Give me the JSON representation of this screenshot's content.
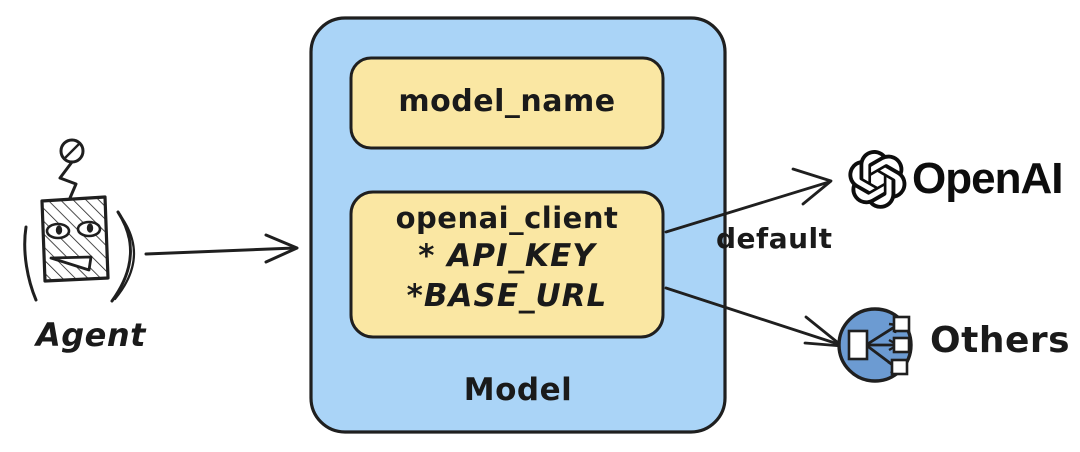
{
  "diagram": {
    "title": "Agent Model configuration diagram",
    "colors": {
      "box_fill": "#aad4f7",
      "field_fill": "#fae7a3",
      "stroke": "#1f1f1f",
      "others_circle": "#6c9bd2",
      "openai_logo": "#0d0d0d",
      "background": "#ffffff"
    },
    "agent": {
      "label": "Agent",
      "icon_name": "robot-head-icon"
    },
    "model_box": {
      "label": "Model",
      "fields": [
        {
          "name": "model_name",
          "lines": [
            "model_name"
          ]
        },
        {
          "name": "openai_client",
          "lines": [
            "openai_client",
            "* API_KEY",
            "*BASE_URL"
          ]
        }
      ]
    },
    "edges": [
      {
        "from": "agent",
        "to": "model_box",
        "label": ""
      },
      {
        "from": "openai_client",
        "to": "openai",
        "label": "default"
      },
      {
        "from": "openai_client",
        "to": "others",
        "label": ""
      }
    ],
    "providers": [
      {
        "id": "openai",
        "label": "OpenAI",
        "icon_name": "openai-blossom-icon"
      },
      {
        "id": "others",
        "label": "Others",
        "icon_name": "share-nodes-icon"
      }
    ]
  }
}
